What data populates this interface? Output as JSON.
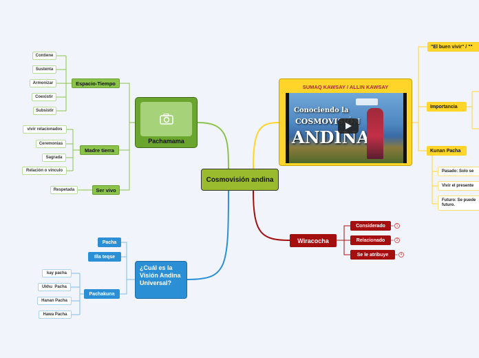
{
  "central": "Cosmovisión andina",
  "pachamama": {
    "label": "Pachamama",
    "image_icon": "camera-icon"
  },
  "espacio": {
    "label": "Espacio-Tiempo",
    "items": [
      "Contiene",
      "Sustenta",
      "Armonizar",
      "Coexistir",
      "Subsistir"
    ]
  },
  "madre": {
    "label": "Madre tierra",
    "items": [
      "vivir relacionados",
      "Ceremonias",
      "Sagrada",
      "Relación o vínculo"
    ]
  },
  "servivo": {
    "label": "Ser vivo",
    "items": [
      "Respetada"
    ]
  },
  "vision": {
    "label": "¿Cuál es la Visión Andina Universal?",
    "pacha": "Pacha",
    "illa": "Illa teqse",
    "pachakuna": {
      "label": "Pachakuna",
      "items": [
        "kay pacha",
        "Ukhu  Pacha",
        "Hanan Pacha",
        "Hawa Pacha"
      ]
    }
  },
  "video": {
    "header": "SUMAQ KAWSAY / ALLIN KAWSAY",
    "line1": "Conociendo la",
    "line2": "COSMOVISIÓN",
    "line3": "ANDINA",
    "play_icon": "play-icon"
  },
  "buenvivir": "\"El buen vivir\" / \"\"",
  "importancia": "Importancia",
  "kunan": {
    "label": "Kunan Pacha",
    "items": [
      "Pasado: Solo se",
      "Vivir el presente",
      "Futuro: Se puede\nfuturo."
    ]
  },
  "wiracocha": {
    "label": "Wiracocha",
    "items": [
      {
        "label": "Considerado",
        "count": "1"
      },
      {
        "label": "Relacionado",
        "count": "3"
      },
      {
        "label": "Se le atribuye",
        "count": "4"
      }
    ]
  },
  "colors": {
    "green": "#8bc34a",
    "blue": "#2b8fd5",
    "red": "#a50e0e",
    "yellow": "#ffd52a",
    "central": "#9bbb2f"
  }
}
